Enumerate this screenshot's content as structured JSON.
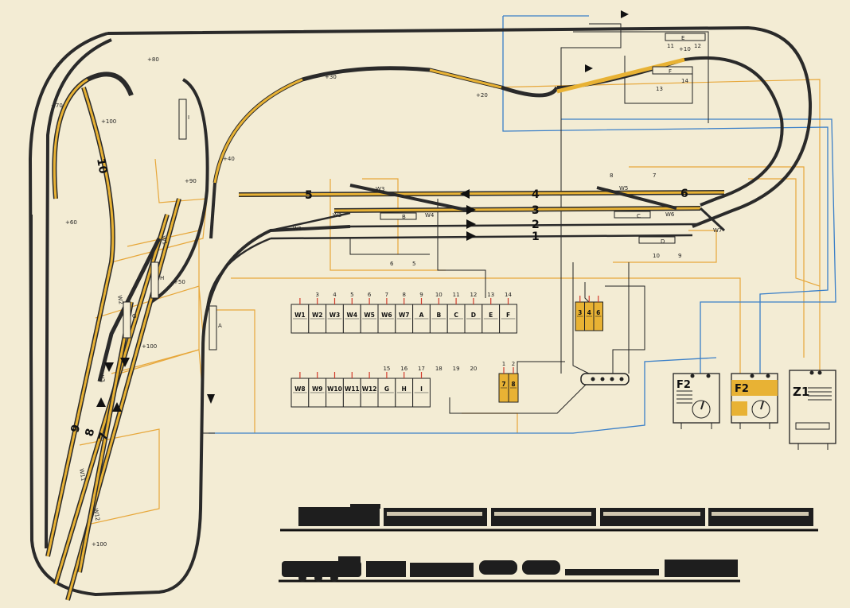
{
  "colors": {
    "paper": "#f3ecd4",
    "track": "#2a2a2a",
    "yellow": "#e8b234",
    "wire_blue": "#3a7fc8",
    "wire_orange": "#e7a73a",
    "wire_red": "#d13a2a"
  },
  "track_numbers": [
    "5",
    "4",
    "6",
    "3",
    "2",
    "1",
    "10",
    "9",
    "8",
    "7"
  ],
  "switch_labels": [
    "W3",
    "W5",
    "W2",
    "W4",
    "W1",
    "W6",
    "W7",
    "W1",
    "W2",
    "W3",
    "W11",
    "W12"
  ],
  "signal_labels": [
    "E",
    "F",
    "I",
    "B",
    "C",
    "D",
    "A",
    "G",
    "H"
  ],
  "grade_labels": [
    "+80",
    "+70",
    "+100",
    "+60",
    "+90",
    "+40",
    "+30",
    "+20",
    "+10",
    "+50",
    "+100",
    "+100"
  ],
  "terminal_numbers": [
    "11",
    "12",
    "13",
    "14",
    "8",
    "7",
    "6",
    "5",
    "10",
    "9"
  ],
  "panel_top": {
    "labels": [
      "W1",
      "W2",
      "W3",
      "W4",
      "W5",
      "W6",
      "W7",
      "A",
      "B",
      "C",
      "D",
      "E",
      "F"
    ],
    "numbers": [
      "3",
      "4",
      "5",
      "6",
      "7",
      "8",
      "9",
      "10",
      "11",
      "12",
      "13",
      "14"
    ]
  },
  "panel_bottom": {
    "labels": [
      "W8",
      "W9",
      "W10",
      "W11",
      "W12",
      "G",
      "H",
      "I"
    ],
    "numbers": [
      "15",
      "16",
      "17",
      "18",
      "19",
      "20"
    ]
  },
  "panel_small": {
    "numbers": [
      "1",
      "2"
    ],
    "labels": [
      "7",
      "8"
    ]
  },
  "panel_mid": {
    "labels": [
      "3",
      "4",
      "6"
    ]
  },
  "controllers": [
    "F2",
    "F2",
    "Z1"
  ]
}
